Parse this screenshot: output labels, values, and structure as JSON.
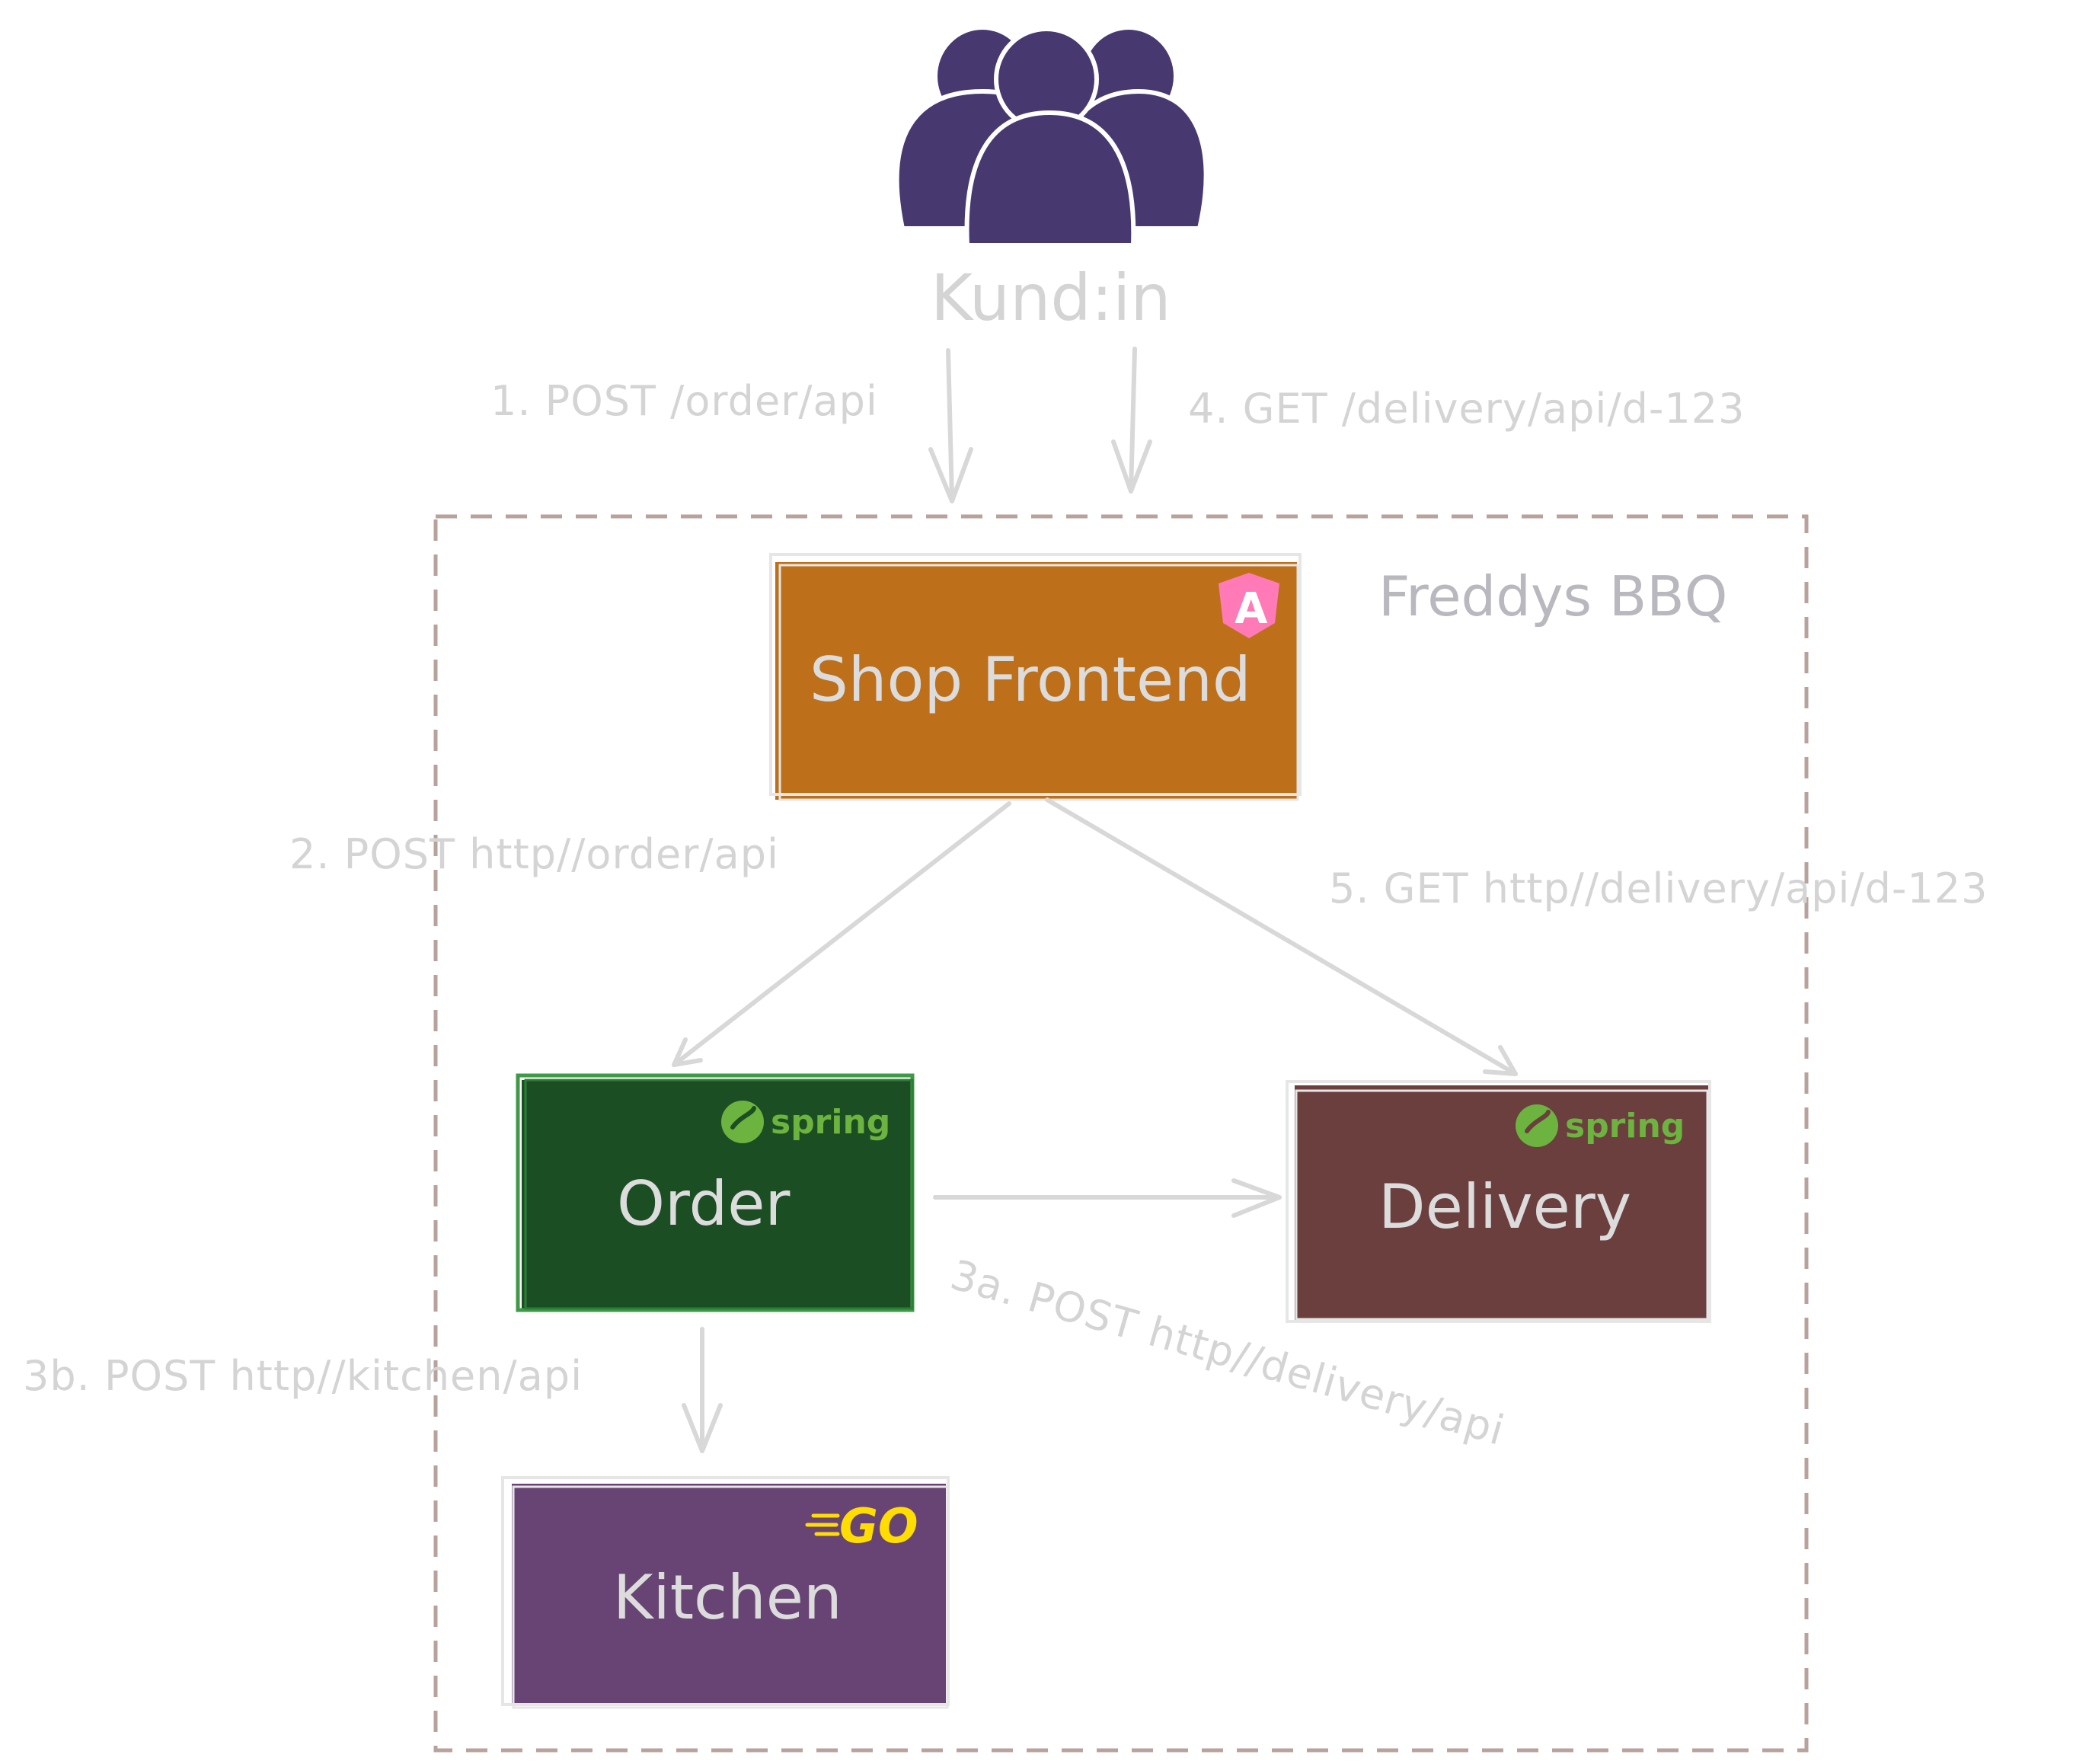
{
  "customer": {
    "label": "Kund:in",
    "icon": "group-users-icon",
    "color": "#483870"
  },
  "region": {
    "label": "Freddys BBQ",
    "border_color": "#b8a29c"
  },
  "services": {
    "shop": {
      "label": "Shop Frontend",
      "tech": "angular-icon",
      "color": "#bd7019"
    },
    "order": {
      "label": "Order",
      "tech": "spring",
      "color": "#1c4e24"
    },
    "delivery": {
      "label": "Delivery",
      "tech": "spring",
      "color": "#6a3f3e"
    },
    "kitchen": {
      "label": "Kitchen",
      "tech": "GO",
      "color": "#684474"
    }
  },
  "calls": {
    "c1": "1. POST /order/api",
    "c4": "4. GET /delivery/api/d-123",
    "c2": "2. POST http//order/api",
    "c5": "5. GET http//delivery/api/d-123",
    "c3a": "3a. POST http//delivery/api",
    "c3b": "3b. POST http//kitchen/api"
  },
  "logos": {
    "spring": "spring",
    "go": "GO",
    "angular": "A"
  }
}
